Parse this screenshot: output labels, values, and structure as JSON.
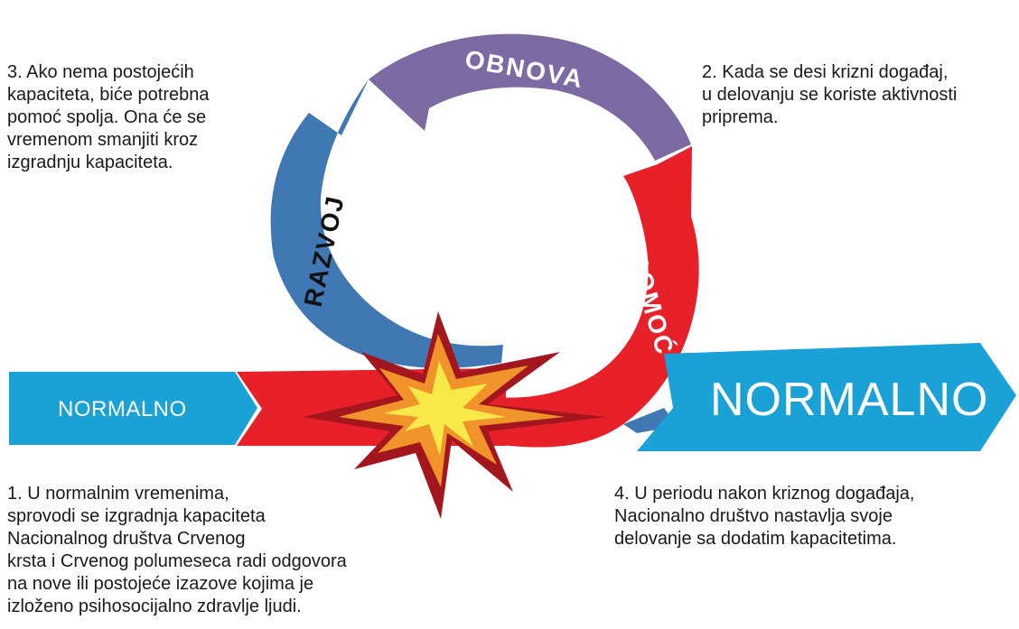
{
  "arrows": {
    "left_label": "NORMALNO",
    "right_label": "NORMALNO"
  },
  "ring": {
    "obnova": "OBNOVA",
    "razvoj": "RAZVOJ",
    "pomoc": "POMOĆ"
  },
  "notes": {
    "note3": [
      "3. Ako nema postojećih",
      "kapaciteta, biće potrebna",
      "pomoć spolja. Ona će se",
      "vremenom smanjiti kroz",
      "izgradnju kapaciteta."
    ],
    "note2": [
      "2. Kada se desi krizni događaj,",
      "u delovanju se koriste aktivnosti",
      "priprema."
    ],
    "note1": [
      "1. U normalnim vremenima,",
      "sprovodi se izgradnja kapaciteta",
      "Nacionalnog društva Crvenog",
      "krsta i Crvenog polumeseca radi odgovora",
      "na nove ili postojeće izazove kojima je",
      "izloženo psihosocijalno zdravlje ljudi."
    ],
    "note4": [
      "4. U periodu nakon kriznog događaja,",
      "Nacionalno društvo nastavlja svoje",
      "delovanje sa dodatim kapacitetima."
    ]
  },
  "colors": {
    "normal_blue": "#1aa1d6",
    "razvoj_blue": "#3f78b2",
    "obnova_purple": "#7d6aa2",
    "pomoc_red": "#e8202a",
    "explosion_dark": "#a3161e",
    "explosion_orange": "#f0932a",
    "explosion_yellow": "#f9e84a"
  }
}
